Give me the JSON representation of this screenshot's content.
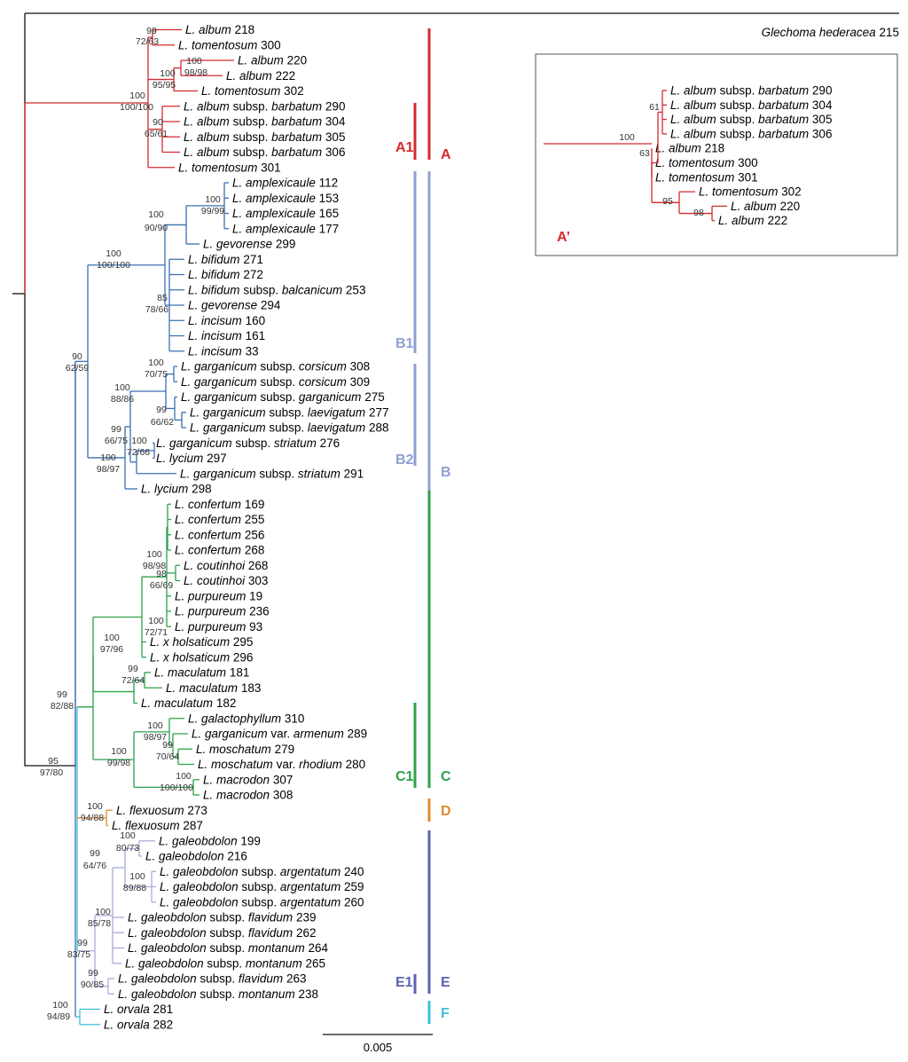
{
  "colors": {
    "black": "#111111",
    "red": "#d42a2f",
    "blue": "#3b6fb4",
    "blue_light": "#8f9fd2",
    "green": "#2ca24b",
    "orange": "#e08a2e",
    "purple": "#5b63ae",
    "purple_light": "#a9acd8",
    "cyan": "#3ec0d8"
  },
  "outgroup": {
    "genus": "Glechoma hederacea",
    "num": "215"
  },
  "scale_label": "0.005",
  "tips": [
    {
      "genus": "L.",
      "sp": "album",
      "sub": "",
      "num": "218"
    },
    {
      "genus": "L.",
      "sp": "tomentosum",
      "sub": "",
      "num": "300"
    },
    {
      "genus": "L.",
      "sp": "album",
      "sub": "",
      "num": "220"
    },
    {
      "genus": "L.",
      "sp": "album",
      "sub": "",
      "num": "222"
    },
    {
      "genus": "L.",
      "sp": "tomentosum",
      "sub": "",
      "num": "302"
    },
    {
      "genus": "L.",
      "sp": "album",
      "sub": "subsp. barbatum",
      "num": "290"
    },
    {
      "genus": "L.",
      "sp": "album",
      "sub": "subsp. barbatum",
      "num": "304"
    },
    {
      "genus": "L.",
      "sp": "album",
      "sub": "subsp. barbatum",
      "num": "305"
    },
    {
      "genus": "L.",
      "sp": "album",
      "sub": "subsp. barbatum",
      "num": "306"
    },
    {
      "genus": "L.",
      "sp": "tomentosum",
      "sub": "",
      "num": "301"
    },
    {
      "genus": "L.",
      "sp": "amplexicaule",
      "sub": "",
      "num": "112"
    },
    {
      "genus": "L.",
      "sp": "amplexicaule",
      "sub": "",
      "num": "153"
    },
    {
      "genus": "L.",
      "sp": "amplexicaule",
      "sub": "",
      "num": "165"
    },
    {
      "genus": "L.",
      "sp": "amplexicaule",
      "sub": "",
      "num": "177"
    },
    {
      "genus": "L.",
      "sp": "gevorense",
      "sub": "",
      "num": "299"
    },
    {
      "genus": "L.",
      "sp": "bifidum",
      "sub": "",
      "num": "271"
    },
    {
      "genus": "L.",
      "sp": "bifidum",
      "sub": "",
      "num": "272"
    },
    {
      "genus": "L.",
      "sp": "bifidum",
      "sub": "subsp. balcanicum",
      "num": "253"
    },
    {
      "genus": "L.",
      "sp": "gevorense",
      "sub": "",
      "num": "294"
    },
    {
      "genus": "L.",
      "sp": "incisum",
      "sub": "",
      "num": "160"
    },
    {
      "genus": "L.",
      "sp": "incisum",
      "sub": "",
      "num": "161"
    },
    {
      "genus": "L.",
      "sp": "incisum",
      "sub": "",
      "num": "33"
    },
    {
      "genus": "L.",
      "sp": "garganicum",
      "sub": "subsp. corsicum",
      "num": "308"
    },
    {
      "genus": "L.",
      "sp": "garganicum",
      "sub": "subsp. corsicum",
      "num": "309"
    },
    {
      "genus": "L.",
      "sp": "garganicum",
      "sub": "subsp. garganicum",
      "num": "275"
    },
    {
      "genus": "L.",
      "sp": "garganicum",
      "sub": "subsp. laevigatum",
      "num": "277"
    },
    {
      "genus": "L.",
      "sp": "garganicum",
      "sub": "subsp. laevigatum",
      "num": "288"
    },
    {
      "genus": "L.",
      "sp": "garganicum",
      "sub": "subsp. striatum",
      "num": "276"
    },
    {
      "genus": "L.",
      "sp": "lycium",
      "sub": "",
      "num": "297"
    },
    {
      "genus": "L.",
      "sp": "garganicum",
      "sub": "subsp. striatum",
      "num": "291"
    },
    {
      "genus": "L.",
      "sp": "lycium",
      "sub": "",
      "num": "298"
    },
    {
      "genus": "L.",
      "sp": "confertum",
      "sub": "",
      "num": "169"
    },
    {
      "genus": "L.",
      "sp": "confertum",
      "sub": "",
      "num": "255"
    },
    {
      "genus": "L.",
      "sp": "confertum",
      "sub": "",
      "num": "256"
    },
    {
      "genus": "L.",
      "sp": "confertum",
      "sub": "",
      "num": "268"
    },
    {
      "genus": "L.",
      "sp": "coutinhoi",
      "sub": "",
      "num": "268"
    },
    {
      "genus": "L.",
      "sp": "coutinhoi",
      "sub": "",
      "num": "303"
    },
    {
      "genus": "L.",
      "sp": "purpureum",
      "sub": "",
      "num": "19"
    },
    {
      "genus": "L.",
      "sp": "purpureum",
      "sub": "",
      "num": "236"
    },
    {
      "genus": "L.",
      "sp": "purpureum",
      "sub": "",
      "num": "93"
    },
    {
      "genus": "L.",
      "sp": "x holsaticum",
      "sub": "",
      "num": "295"
    },
    {
      "genus": "L.",
      "sp": "x holsaticum",
      "sub": "",
      "num": "296"
    },
    {
      "genus": "L.",
      "sp": "maculatum",
      "sub": "",
      "num": "181"
    },
    {
      "genus": "L.",
      "sp": "maculatum",
      "sub": "",
      "num": "183"
    },
    {
      "genus": "L.",
      "sp": "maculatum",
      "sub": "",
      "num": "182"
    },
    {
      "genus": "L.",
      "sp": "galactophyllum",
      "sub": "",
      "num": "310"
    },
    {
      "genus": "L.",
      "sp": "garganicum",
      "sub": "var. armenum",
      "num": "289"
    },
    {
      "genus": "L.",
      "sp": "moschatum",
      "sub": "",
      "num": "279"
    },
    {
      "genus": "L.",
      "sp": "moschatum",
      "sub": "var. rhodium",
      "num": "280"
    },
    {
      "genus": "L.",
      "sp": "macrodon",
      "sub": "",
      "num": "307"
    },
    {
      "genus": "L.",
      "sp": "macrodon",
      "sub": "",
      "num": "308"
    },
    {
      "genus": "L.",
      "sp": "flexuosum",
      "sub": "",
      "num": "273"
    },
    {
      "genus": "L.",
      "sp": "flexuosum",
      "sub": "",
      "num": "287"
    },
    {
      "genus": "L.",
      "sp": "galeobdolon",
      "sub": "",
      "num": "199"
    },
    {
      "genus": "L.",
      "sp": "galeobdolon",
      "sub": "",
      "num": "216"
    },
    {
      "genus": "L.",
      "sp": "galeobdolon",
      "sub": "subsp. argentatum",
      "num": "240"
    },
    {
      "genus": "L.",
      "sp": "galeobdolon",
      "sub": "subsp. argentatum",
      "num": "259"
    },
    {
      "genus": "L.",
      "sp": "galeobdolon",
      "sub": "subsp. argentatum",
      "num": "260"
    },
    {
      "genus": "L.",
      "sp": "galeobdolon",
      "sub": "subsp. flavidum",
      "num": "239"
    },
    {
      "genus": "L.",
      "sp": "galeobdolon",
      "sub": "subsp. flavidum",
      "num": "262"
    },
    {
      "genus": "L.",
      "sp": "galeobdolon",
      "sub": "subsp. montanum",
      "num": "264"
    },
    {
      "genus": "L.",
      "sp": "galeobdolon",
      "sub": "subsp. montanum",
      "num": "265"
    },
    {
      "genus": "L.",
      "sp": "galeobdolon",
      "sub": "subsp. flavidum",
      "num": "263"
    },
    {
      "genus": "L.",
      "sp": "galeobdolon",
      "sub": "subsp. montanum",
      "num": "238"
    },
    {
      "genus": "L.",
      "sp": "orvala",
      "sub": "",
      "num": "281"
    },
    {
      "genus": "L.",
      "sp": "orvala",
      "sub": "",
      "num": "282"
    }
  ],
  "support_labels": [
    "99",
    "72/63",
    "100",
    "98/98",
    "100",
    "95/95",
    "100",
    "100/100",
    "90",
    "65/61",
    "100",
    "99/99",
    "100",
    "90/90",
    "100",
    "100/100",
    "85",
    "78/66",
    "90",
    "62/59",
    "100",
    "70/75",
    "100",
    "88/86",
    "99",
    "66/62",
    "99",
    "66/75",
    "100",
    "72/66",
    "100",
    "98/97",
    "100",
    "98/98",
    "98",
    "66/69",
    "100",
    "72/71",
    "100",
    "97/96",
    "99",
    "72/64",
    "99",
    "82/88",
    "100",
    "98/97",
    "99",
    "70/64",
    "100",
    "99/98",
    "100",
    "100/100",
    "95",
    "97/80",
    "100",
    "94/88",
    "100",
    "80/73",
    "99",
    "64/76",
    "100",
    "89/88",
    "100",
    "85/78",
    "99",
    "83/75",
    "99",
    "90/85",
    "100",
    "94/89"
  ],
  "clades": {
    "A1": "A1",
    "A": "A",
    "B1": "B1",
    "B2": "B2",
    "B": "B",
    "C1": "C1",
    "C": "C",
    "D": "D",
    "E1": "E1",
    "E": "E",
    "F": "F"
  },
  "inset": {
    "label": "A’",
    "tips": [
      {
        "genus": "L.",
        "sp": "album",
        "sub": "subsp. barbatum",
        "num": "290"
      },
      {
        "genus": "L.",
        "sp": "album",
        "sub": "subsp. barbatum",
        "num": "304"
      },
      {
        "genus": "L.",
        "sp": "album",
        "sub": "subsp. barbatum",
        "num": "305"
      },
      {
        "genus": "L.",
        "sp": "album",
        "sub": "subsp. barbatum",
        "num": "306"
      },
      {
        "genus": "L.",
        "sp": "album",
        "sub": "",
        "num": "218"
      },
      {
        "genus": "L.",
        "sp": "tomentosum",
        "sub": "",
        "num": "300"
      },
      {
        "genus": "L.",
        "sp": "tomentosum",
        "sub": "",
        "num": "301"
      },
      {
        "genus": "L.",
        "sp": "tomentosum",
        "sub": "",
        "num": "302"
      },
      {
        "genus": "L.",
        "sp": "album",
        "sub": "",
        "num": "220"
      },
      {
        "genus": "L.",
        "sp": "album",
        "sub": "",
        "num": "222"
      }
    ],
    "support_labels": [
      "100",
      "61",
      "63",
      "95",
      "98"
    ]
  }
}
